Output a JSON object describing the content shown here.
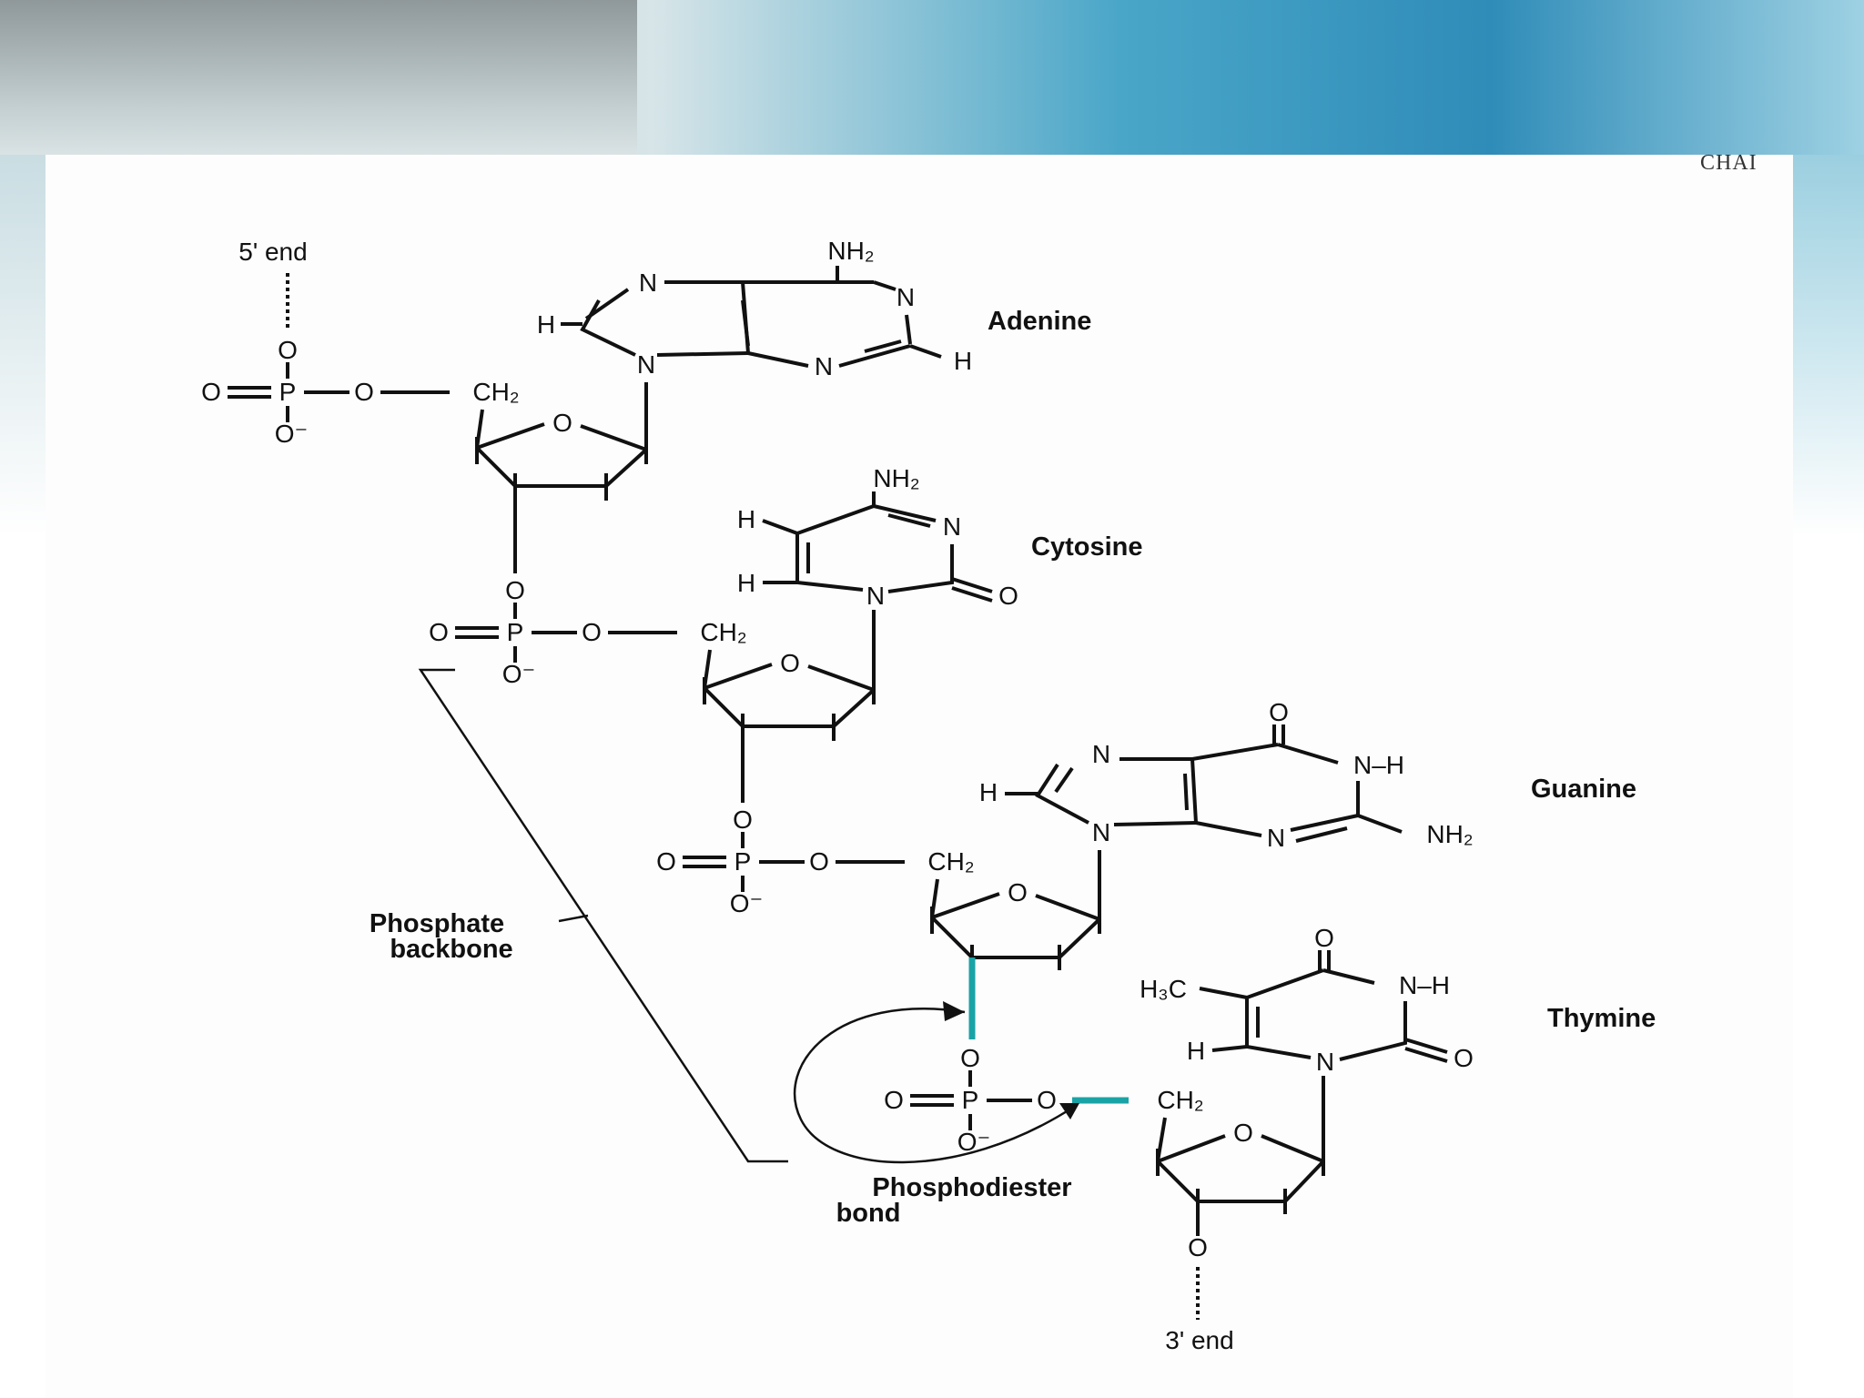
{
  "header": {
    "text": "CHAI"
  },
  "ends": {
    "five_prime": "5' end",
    "three_prime": "3' end"
  },
  "bases": [
    {
      "name": "Adenine"
    },
    {
      "name": "Cytosine"
    },
    {
      "name": "Guanine"
    },
    {
      "name": "Thymine"
    }
  ],
  "labels": {
    "backbone_line1": "Phosphate",
    "backbone_line2": "backbone",
    "bond_line1": "Phosphodiester",
    "bond_line2": "bond"
  },
  "atoms": {
    "N": "N",
    "H": "H",
    "O": "O",
    "P": "P",
    "O_minus": "O⁻",
    "NH2": "NH₂",
    "CH2": "CH₂",
    "H3C": "H₃C",
    "N_H": "N–H"
  },
  "colors": {
    "highlight_bond": "#1aa3a6"
  }
}
